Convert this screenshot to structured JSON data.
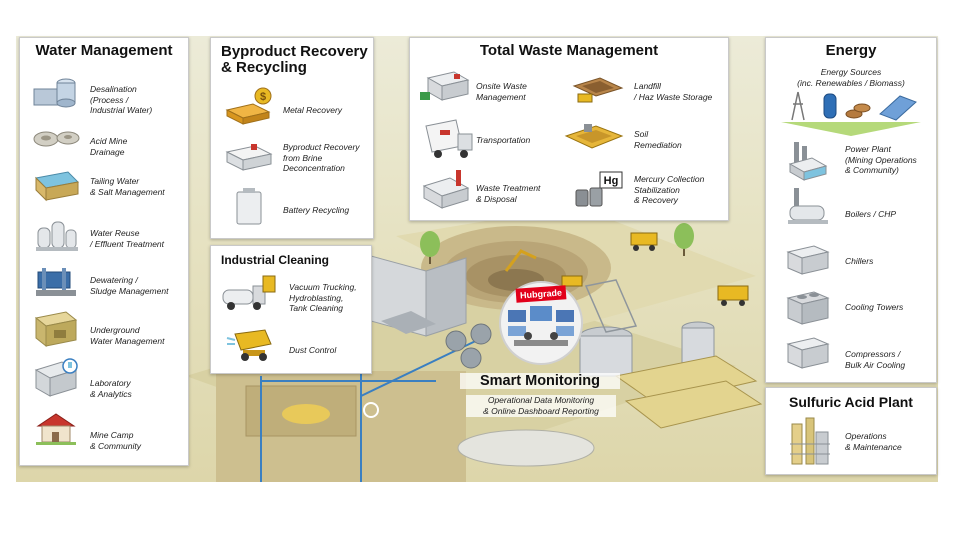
{
  "water_management": {
    "title": "Water Management",
    "items": [
      "Desalination\n(Process /\nIndustrial Water)",
      "Acid Mine\nDrainage",
      "Tailing Water\n& Salt Management",
      "Water Reuse\n/ Effluent Treatment",
      "Dewatering /\nSludge Management",
      "Underground\nWater Management",
      "Laboratory\n& Analytics",
      "Mine Camp\n& Community"
    ]
  },
  "byproduct": {
    "title": "Byproduct Recovery\n& Recycling",
    "items": [
      "Metal Recovery",
      "Byproduct Recovery\nfrom Brine\nDeconcentration",
      "Battery Recycling"
    ]
  },
  "industrial_cleaning": {
    "title": "Industrial Cleaning",
    "items": [
      "Vacuum Trucking,\nHydroblasting,\nTank Cleaning",
      "Dust Control"
    ]
  },
  "total_waste": {
    "title": "Total Waste Management",
    "items": [
      "Onsite Waste\nManagement",
      "Landfill\n/ Haz Waste Storage",
      "Transportation",
      "Soil\nRemediation",
      "Waste Treatment\n& Disposal",
      "Mercury Collection\nStabilization\n& Recovery"
    ],
    "mercury_symbol": "Hg"
  },
  "energy": {
    "title": "Energy",
    "sources": "Energy Sources\n(inc. Renewables / Biomass)",
    "items": [
      "Power Plant\n(Mining Operations\n& Community)",
      "Boilers / CHP",
      "Chillers",
      "Cooling Towers",
      "Compressors /\nBulk Air Cooling"
    ]
  },
  "sulfuric": {
    "title": "Sulfuric Acid Plant",
    "items": [
      "Operations\n& Maintenance"
    ]
  },
  "smart_monitoring": {
    "title": "Smart Monitoring",
    "subtitle": "Operational Data Monitoring\n& Online Dashboard Reporting",
    "badge": "Hubgrade"
  },
  "colors": {
    "accent_red": "#e2001a",
    "pipe_blue": "#3a7fc1",
    "ground": "#e6e2c2"
  }
}
